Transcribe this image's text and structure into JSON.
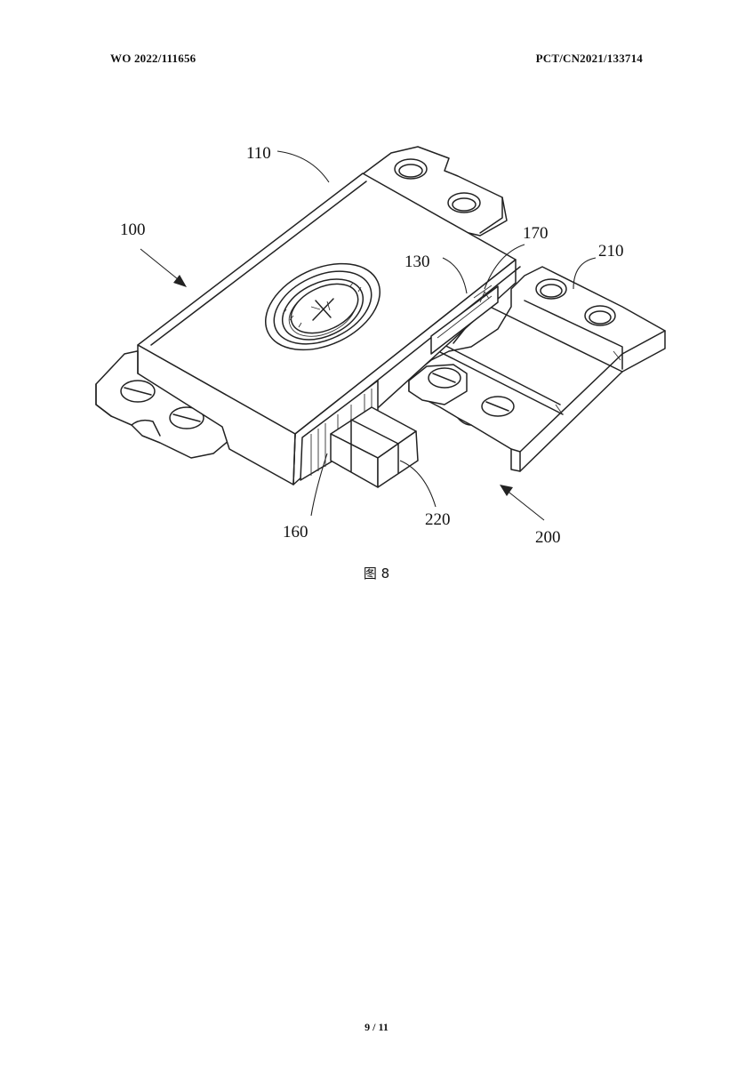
{
  "header": {
    "publication_number": "WO 2022/111656",
    "application_number": "PCT/CN2021/133714"
  },
  "figure": {
    "caption": "图 8",
    "reference_numerals": {
      "r100": "100",
      "r110": "110",
      "r130": "130",
      "r160": "160",
      "r170": "170",
      "r200": "200",
      "r210": "210",
      "r220": "220"
    }
  },
  "footer": {
    "page": "9 / 11"
  }
}
